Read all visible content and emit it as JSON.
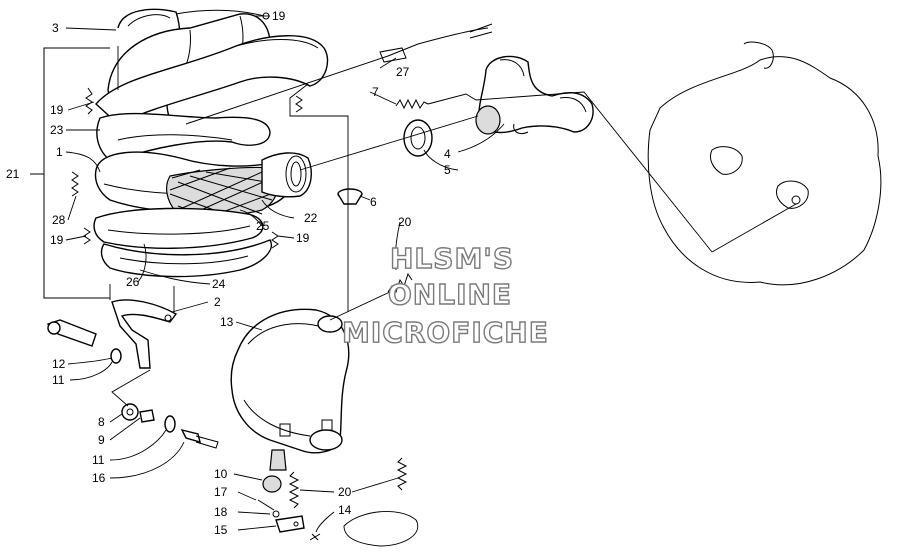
{
  "callouts": {
    "n1": "1",
    "n2": "2",
    "n3": "3",
    "n4": "4",
    "n5": "5",
    "n6": "6",
    "n7": "7",
    "n8": "8",
    "n9": "9",
    "n10": "10",
    "n11a": "11",
    "n11b": "11",
    "n12": "12",
    "n13": "13",
    "n14": "14",
    "n15": "15",
    "n16": "16",
    "n17": "17",
    "n18": "18",
    "n19a": "19",
    "n19b": "19",
    "n19c": "19",
    "n19d": "19",
    "n20a": "20",
    "n20b": "20",
    "n21": "21",
    "n22": "22",
    "n23": "23",
    "n24": "24",
    "n25": "25",
    "n26": "26",
    "n27": "27",
    "n28": "28"
  },
  "watermark": {
    "line1": "HLSM'S",
    "line2": "ONLINE",
    "line3": "MICROFICHE"
  }
}
